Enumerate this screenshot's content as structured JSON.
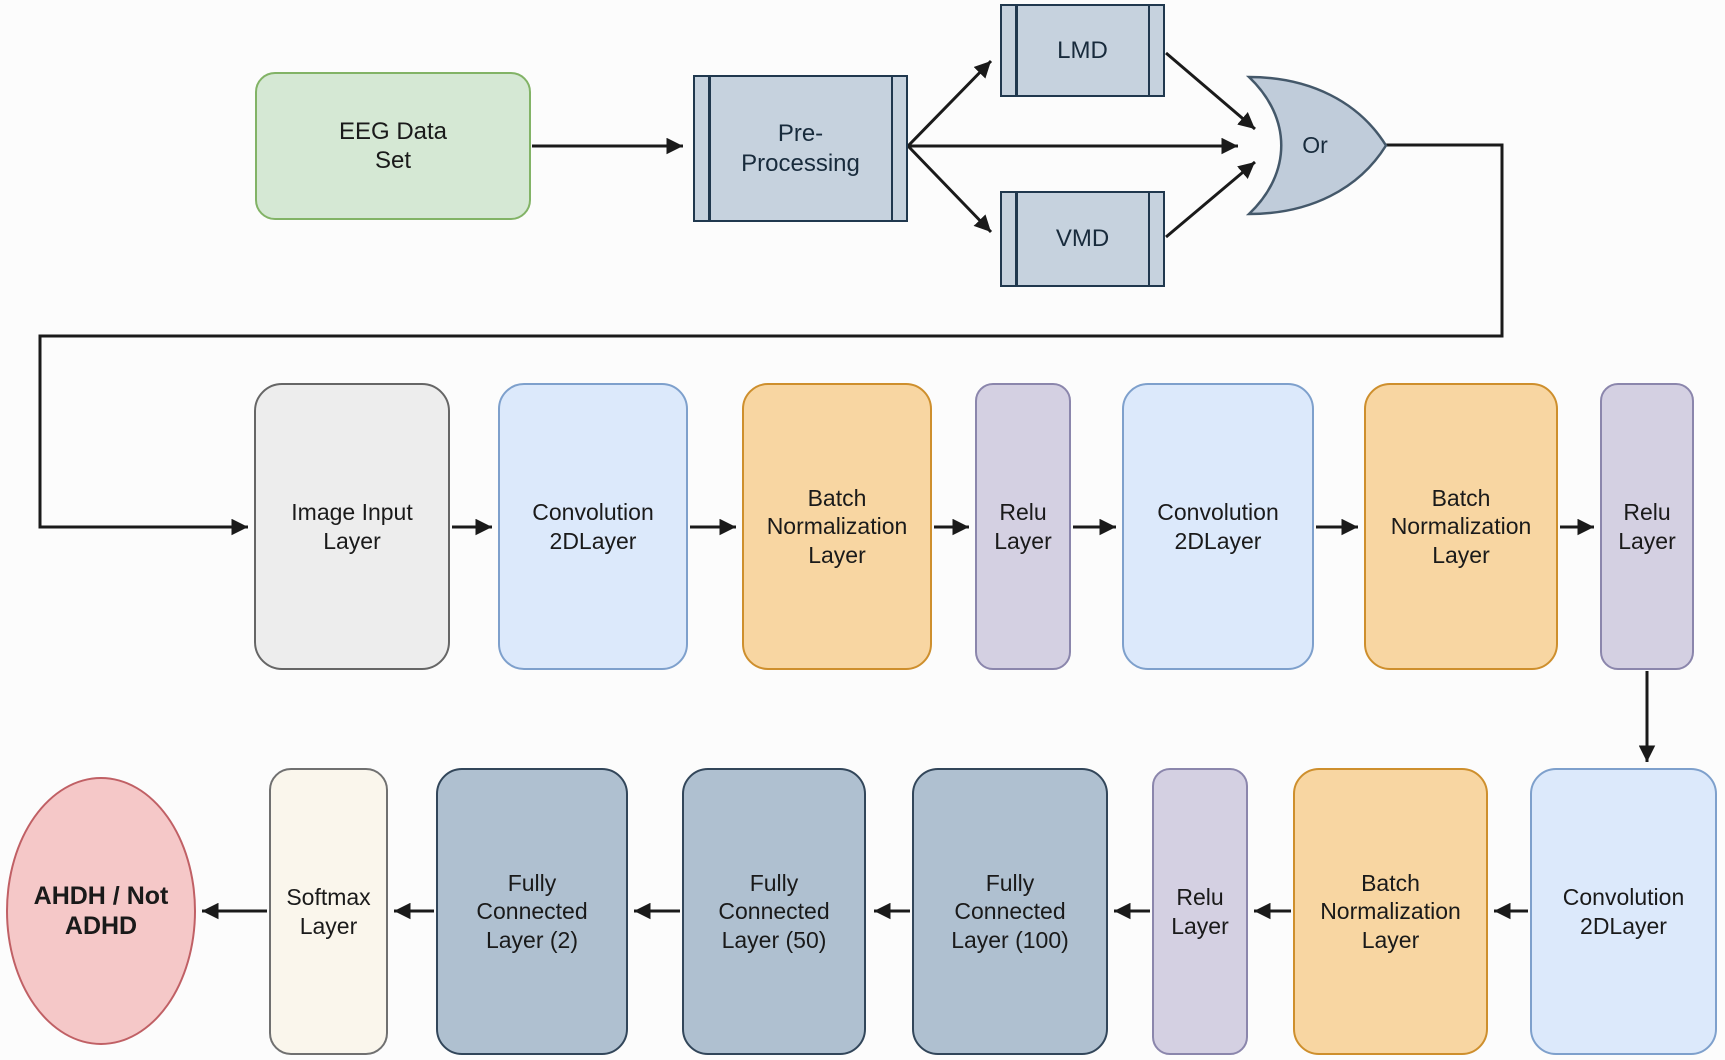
{
  "page_bg": "#FCFCFC",
  "colors": {
    "line": "#1A1A1A",
    "green_fill": "#D5E8D4",
    "green_stroke": "#82B366",
    "process_fill": "#C6D2DE",
    "process_stroke": "#20384E",
    "gate_fill": "#C0CCDA",
    "gate_stroke": "#44586A",
    "gray_fill": "#EDEDED",
    "gray_stroke": "#666666",
    "blue_fill": "#DCE9FB",
    "blue_stroke": "#7EA0CC",
    "orange_fill": "#F8D6A2",
    "orange_stroke": "#CE8F2D",
    "purple_fill": "#D4D0E2",
    "purple_stroke": "#8B86AC",
    "slate_fill": "#AFC0D0",
    "slate_stroke": "#32465A",
    "cream_fill": "#FAF6EC",
    "cream_stroke": "#707070",
    "pink_fill": "#F5C8C8",
    "pink_stroke": "#C06065"
  },
  "nodes": {
    "eeg_data_set": {
      "label": "EEG Data\nSet"
    },
    "pre_processing": {
      "label": "Pre-\nProcessing"
    },
    "lmd": {
      "label": "LMD"
    },
    "vmd": {
      "label": "VMD"
    },
    "or_gate": {
      "label": "Or"
    },
    "image_input": {
      "label": "Image Input\nLayer"
    },
    "conv1": {
      "label": "Convolution\n2DLayer"
    },
    "batch_norm1": {
      "label": "Batch\nNormalization\nLayer"
    },
    "relu1": {
      "label": "Relu\nLayer"
    },
    "conv2": {
      "label": "Convolution\n2DLayer"
    },
    "batch_norm2": {
      "label": "Batch\nNormalization\nLayer"
    },
    "relu2": {
      "label": "Relu\nLayer"
    },
    "conv3": {
      "label": "Convolution\n2DLayer"
    },
    "batch_norm3": {
      "label": "Batch\nNormalization\nLayer"
    },
    "relu3": {
      "label": "Relu\nLayer"
    },
    "fc100": {
      "label": "Fully\nConnected\nLayer (100)"
    },
    "fc50": {
      "label": "Fully\nConnected\nLayer (50)"
    },
    "fc2": {
      "label": "Fully\nConnected\nLayer (2)"
    },
    "softmax": {
      "label": "Softmax\nLayer"
    },
    "output": {
      "label": "AHDH / Not\nADHD"
    }
  }
}
